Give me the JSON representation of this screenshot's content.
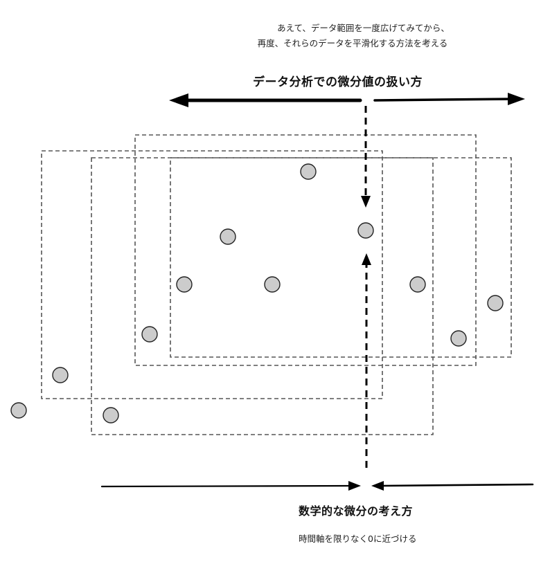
{
  "subtitle": {
    "lines": [
      "あえて、データ範囲を一度広げてみてから、",
      "再度、それらのデータを平滑化する方法を考える"
    ]
  },
  "top_section": {
    "title": "データ分析での微分値の扱い方",
    "arrows": [
      "expand-left-arrow",
      "expand-right-arrow",
      "down-to-point-arrow"
    ]
  },
  "bottom_section": {
    "title": "数学的な微分の考え方",
    "note": "時間軸を限りなく0に近づける",
    "arrows": [
      "converge-right-arrow",
      "converge-left-arrow",
      "up-to-point-arrow"
    ]
  },
  "data_windows": [
    {
      "name": "window-1"
    },
    {
      "name": "window-2"
    },
    {
      "name": "window-3"
    },
    {
      "name": "window-4"
    }
  ],
  "data_points_count": 12,
  "colors": {
    "point_fill": "#cccccc",
    "point_stroke": "#222222",
    "window_stroke": "#555555",
    "arrow": "#000000"
  }
}
